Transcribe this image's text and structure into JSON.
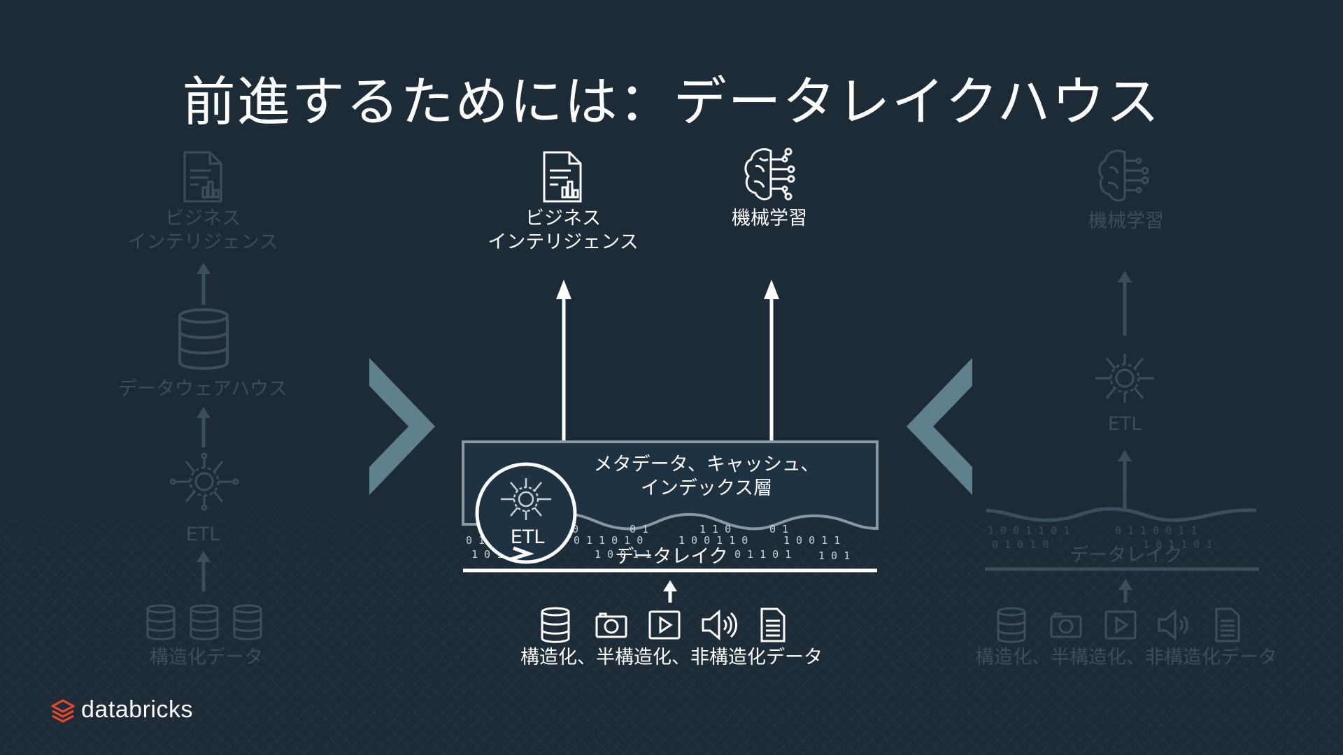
{
  "title": "前進するためには：データレイクハウス",
  "left": {
    "bi_line1": "ビジネス",
    "bi_line2": "インテリジェンス",
    "warehouse": "データウェアハウス",
    "etl": "ETL",
    "structured": "構造化データ"
  },
  "center": {
    "bi_line1": "ビジネス",
    "bi_line2": "インテリジェンス",
    "ml": "機械学習",
    "meta_line1": "メタデータ、キャッシュ、",
    "meta_line2": "インデックス層",
    "etl": "ETL",
    "lake": "データレイク",
    "sources": "構造化、半構造化、非構造化データ",
    "binary_digits": "0 1 1 0 1 0 1 0 0 1 1 1 0 1 0 0 1 1 0 1"
  },
  "right": {
    "ml": "機械学習",
    "etl": "ETL",
    "lake": "データレイク",
    "sources": "構造化、半構造化、非構造化データ"
  },
  "brand": {
    "name": "databricks",
    "accent": "#e8472f"
  },
  "colors": {
    "background": "#1d2b36",
    "chevron": "#5f808d",
    "faded": "#3c4e5c",
    "layer_border": "#8a98a6"
  }
}
